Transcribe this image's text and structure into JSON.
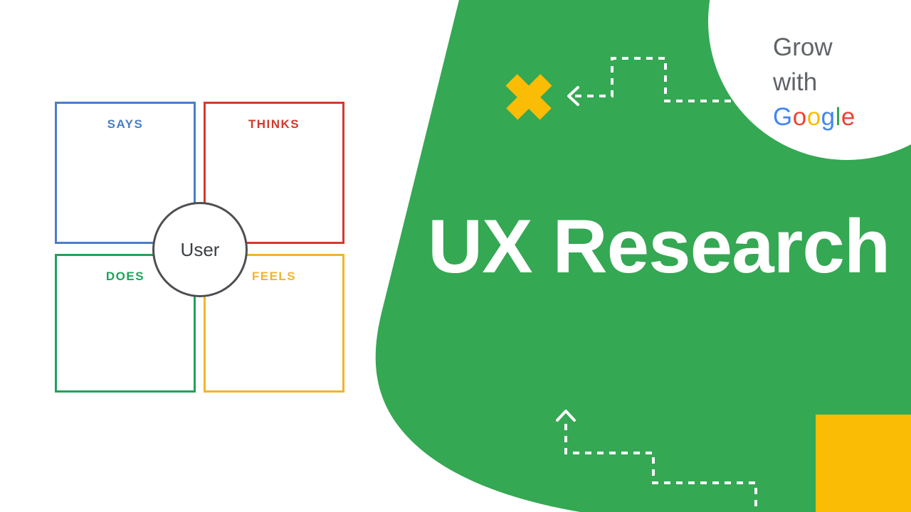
{
  "title": "UX Research",
  "logo": {
    "line1": "Grow",
    "line2": "with",
    "brand": [
      {
        "ch": "G",
        "color": "#4285F4"
      },
      {
        "ch": "o",
        "color": "#EA4335"
      },
      {
        "ch": "o",
        "color": "#FBBC05"
      },
      {
        "ch": "g",
        "color": "#4285F4"
      },
      {
        "ch": "l",
        "color": "#34A853"
      },
      {
        "ch": "e",
        "color": "#EA4335"
      }
    ]
  },
  "empathy_map": {
    "center_label": "User",
    "quadrants": [
      {
        "id": "says",
        "label": "SAYS",
        "color": "#4a7dc4"
      },
      {
        "id": "thinks",
        "label": "THINKS",
        "color": "#d33a2c"
      },
      {
        "id": "does",
        "label": "DOES",
        "color": "#1ea35b"
      },
      {
        "id": "feels",
        "label": "FEELS",
        "color": "#f2b42d"
      }
    ]
  },
  "colors": {
    "background": "#ffffff",
    "blob_green": "#34a853",
    "accent_yellow": "#fbbc05",
    "dash_white": "#ffffff",
    "title_white": "#ffffff",
    "logo_gray": "#5f6368",
    "user_circle_gray": "#4d4f52"
  }
}
